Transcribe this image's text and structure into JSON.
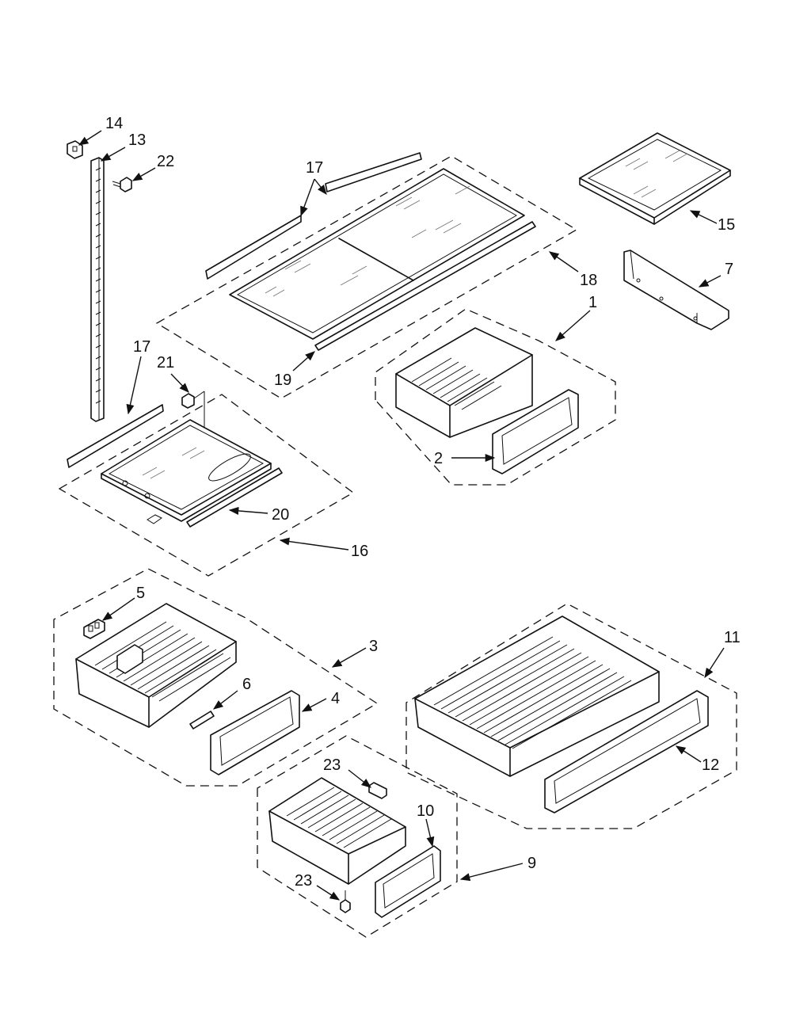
{
  "diagram": {
    "labels": {
      "l1": "1",
      "l2": "2",
      "l3": "3",
      "l4": "4",
      "l5": "5",
      "l6": "6",
      "l7": "7",
      "l9": "9",
      "l10": "10",
      "l11": "11",
      "l12": "12",
      "l13": "13",
      "l14": "14",
      "l15": "15",
      "l16": "16",
      "l17a": "17",
      "l17b": "17",
      "l18": "18",
      "l19": "19",
      "l20": "20",
      "l21": "21",
      "l22": "22",
      "l23a": "23",
      "l23b": "23"
    }
  }
}
